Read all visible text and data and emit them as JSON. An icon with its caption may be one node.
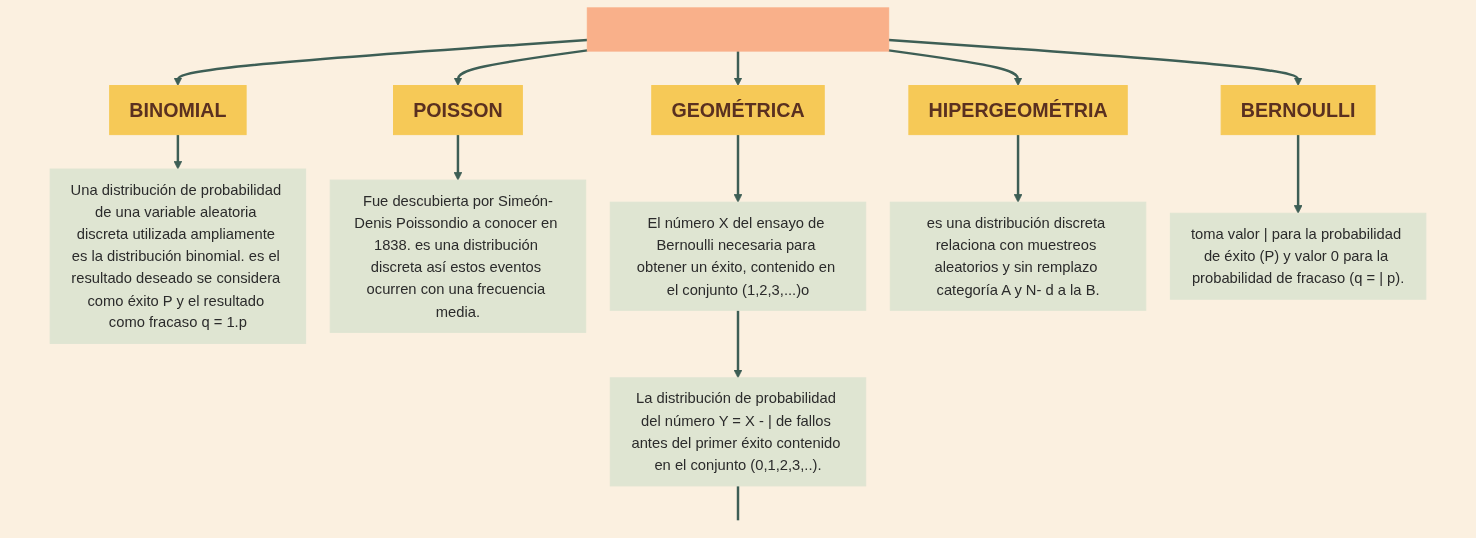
{
  "diagram": {
    "nodes": [
      {
        "text": [],
        "shape": "box"
      },
      {
        "text": [
          "BINOMIAL"
        ]
      },
      {
        "text": [
          "POISSON"
        ]
      },
      {
        "text": [
          "GEOMÉTRICA"
        ]
      },
      {
        "text": [
          "HIPERGEOMÉTRIA"
        ]
      },
      {
        "text": [
          "BERNOULLI"
        ]
      },
      {
        "text": [
          "Una distribución de probabilidad de una variable aleatoria discreta utilizada ampliamente es la distribución binomial. es el resultado deseado se considera como éxito P y el resultado como fracaso q = 1.p"
        ]
      },
      {
        "text": [
          "Fue descubierta por Simeón-Denis Poissondio a conocer en 1838. es una distribución discreta así estos eventos ocurren con una frecuencia media."
        ]
      },
      {
        "text": [
          "El número X del ensayo de Bernoulli necesaria para obtener un éxito, contenido en el conjunto (1,2,3,...)o"
        ]
      },
      {
        "text": [
          "es una distribución discreta relaciona con muestreos aleatorios y sin remplazo categoría A y N- d a la B."
        ]
      },
      {
        "text": [
          "toma valor | para la probabilidad de éxito (P) y valor 0 para la probabilidad de fracaso (q = | p)."
        ]
      },
      {
        "text": [
          "La distribución de probabilidad del número Y = X - | de fallos antes del primer éxito contenido en el conjunto (0,1,2,3,..)."
        ]
      }
    ],
    "edges": [
      {
        "from": 0,
        "to": 1,
        "arrow": "to"
      },
      {
        "from": 0,
        "to": 2,
        "arrow": "to"
      },
      {
        "from": 0,
        "to": 3,
        "arrow": "to"
      },
      {
        "from": 0,
        "to": 4,
        "arrow": "to"
      },
      {
        "from": 0,
        "to": 5,
        "arrow": "to"
      },
      {
        "from": 1,
        "to": 6,
        "arrow": "to"
      },
      {
        "from": 2,
        "to": 7,
        "arrow": "to"
      },
      {
        "from": 3,
        "to": 8,
        "arrow": "to"
      },
      {
        "from": 4,
        "to": 9,
        "arrow": "to"
      },
      {
        "from": 5,
        "to": 10,
        "arrow": "to"
      },
      {
        "from": 8,
        "to": 11,
        "arrow": "to"
      },
      {
        "from": 11,
        "to": null,
        "arrow": "none"
      }
    ]
  }
}
